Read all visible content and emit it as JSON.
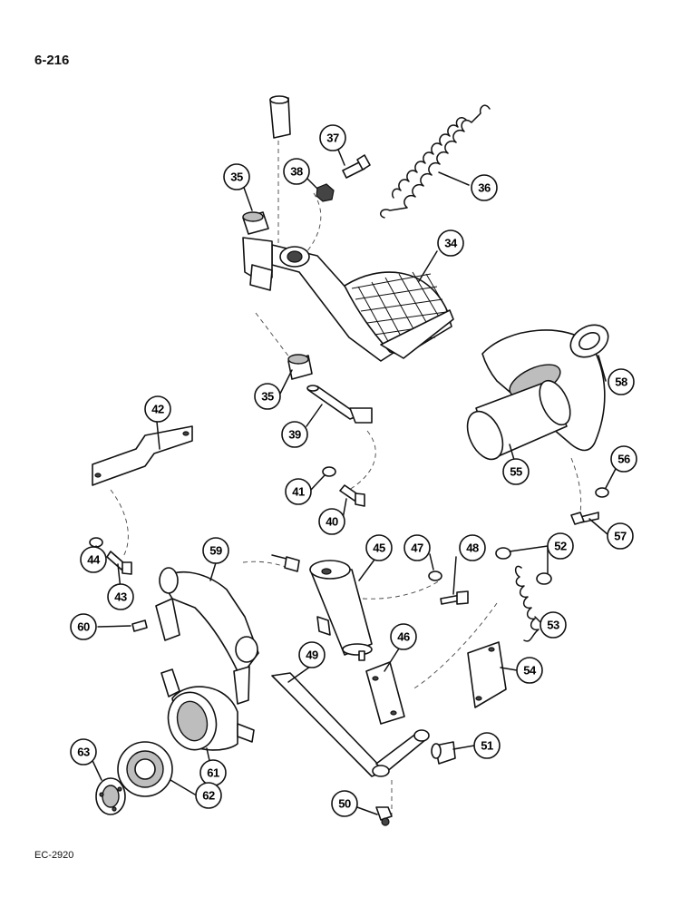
{
  "header": {
    "page_ref": "6-216"
  },
  "footer": {
    "code": "EC-2920"
  },
  "callouts": {
    "c34": "34",
    "c35a": "35",
    "c35b": "35",
    "c36": "36",
    "c37": "37",
    "c38": "38",
    "c39": "39",
    "c40": "40",
    "c41": "41",
    "c42": "42",
    "c43": "43",
    "c44": "44",
    "c45": "45",
    "c46": "46",
    "c47": "47",
    "c48": "48",
    "c49": "49",
    "c50": "50",
    "c51": "51",
    "c52": "52",
    "c53": "53",
    "c54": "54",
    "c55": "55",
    "c56": "56",
    "c57": "57",
    "c58": "58",
    "c59": "59",
    "c60": "60",
    "c61": "61",
    "c62": "62",
    "c63": "63"
  }
}
